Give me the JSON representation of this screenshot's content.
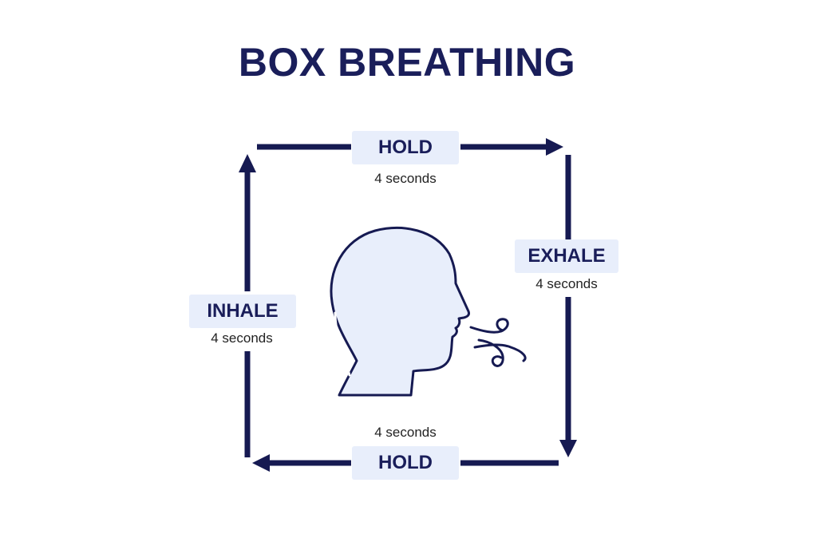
{
  "title": "BOX BREATHING",
  "steps": {
    "top": {
      "label": "HOLD",
      "duration": "4 seconds"
    },
    "right": {
      "label": "EXHALE",
      "duration": "4 seconds"
    },
    "bottom": {
      "label": "HOLD",
      "duration": "4 seconds"
    },
    "left": {
      "label": "INHALE",
      "duration": "4 seconds"
    }
  },
  "colors": {
    "arrow": "#161a52",
    "label_bg": "#e8eefb",
    "head_fill": "#e8eefb",
    "title": "#1a1e5a"
  }
}
